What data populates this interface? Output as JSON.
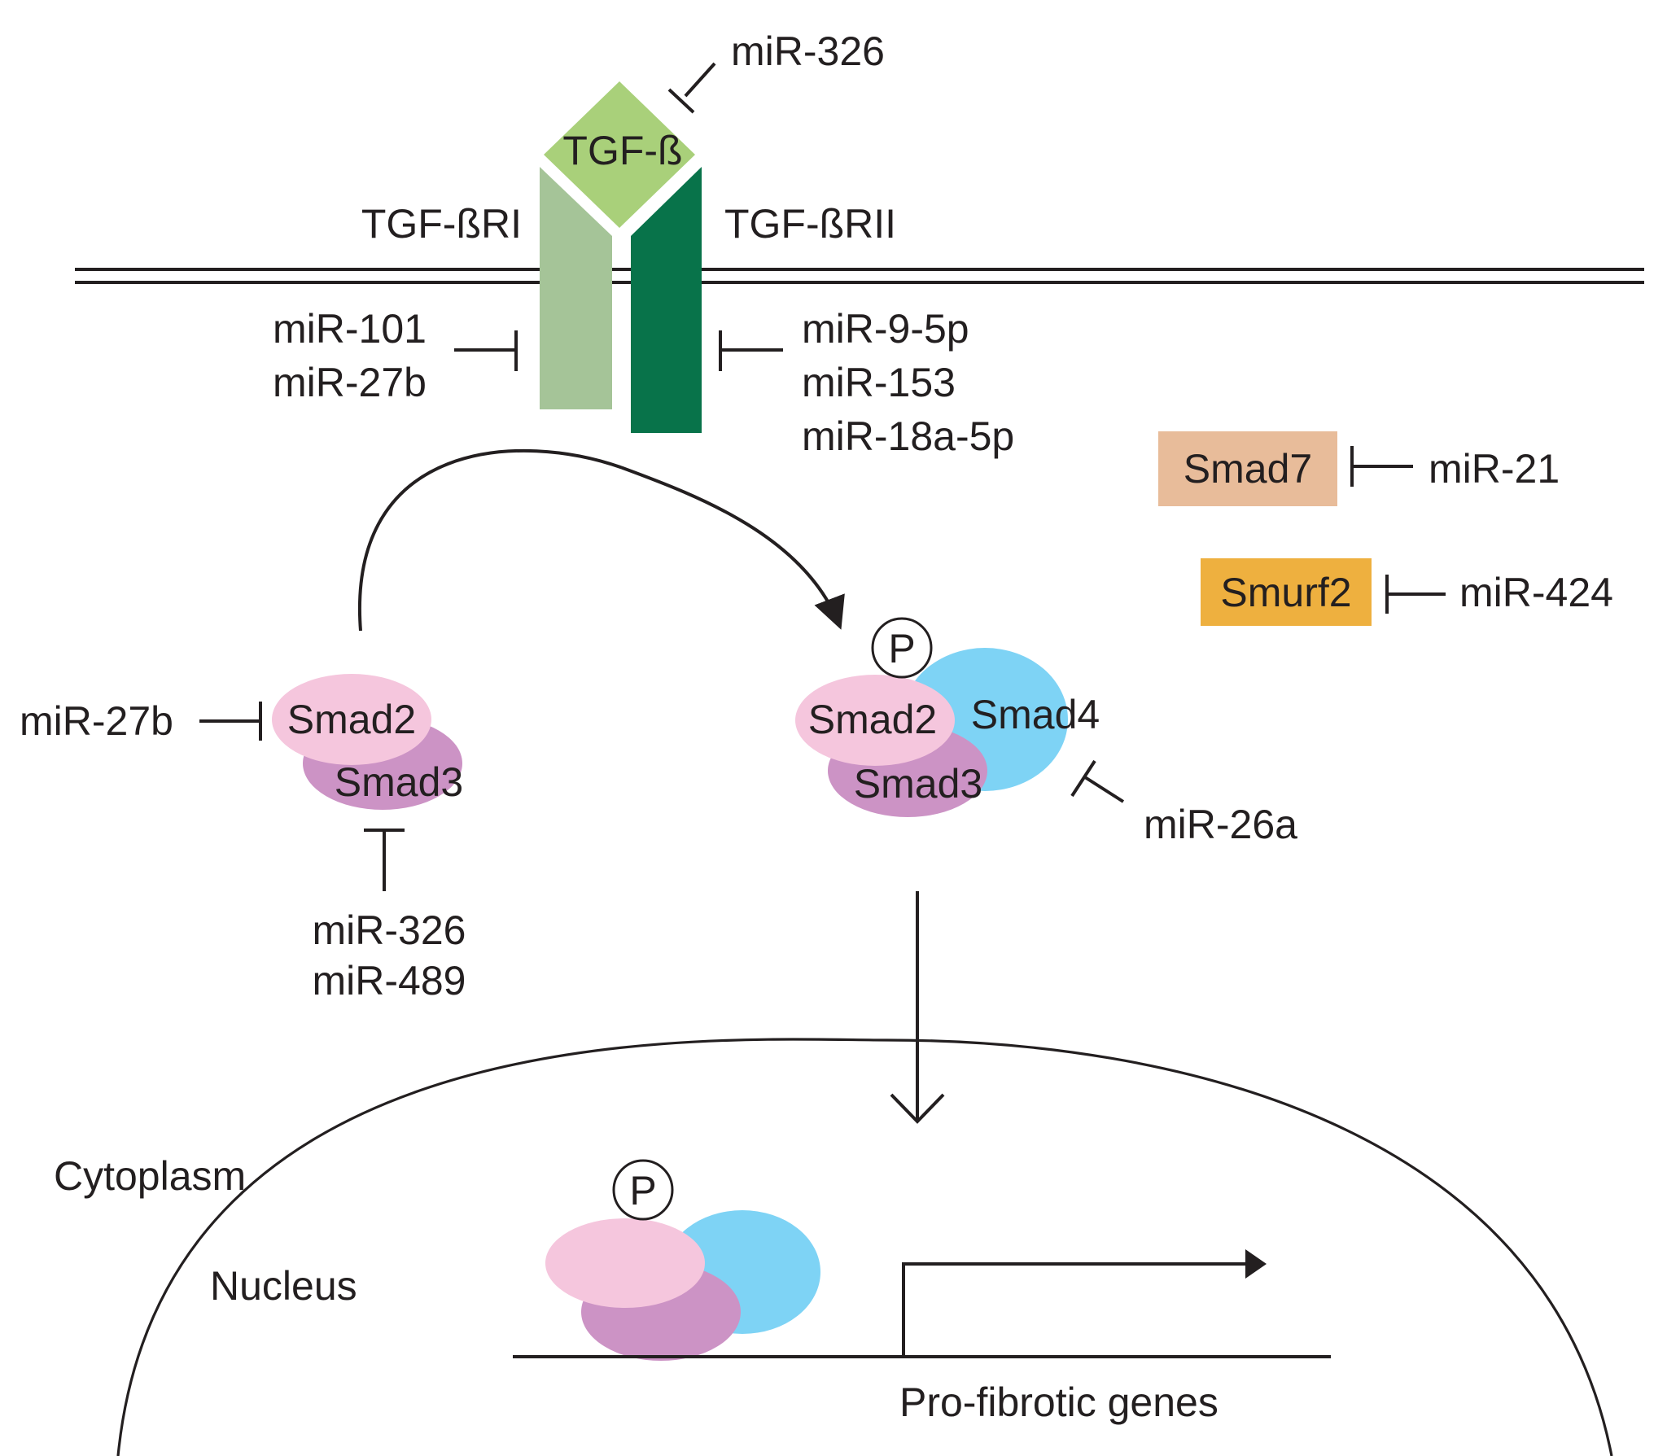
{
  "ligand": {
    "label": "TGF-ß",
    "color": "#a9d07a"
  },
  "receptors": {
    "r1_label": "TGF-ßRI",
    "r1_color": "#a5c498",
    "r2_label": "TGF-ßRII",
    "r2_color": "#08734a"
  },
  "mirnas": {
    "ligand_inhibitor": "miR-326",
    "r1_inhibitors": [
      "miR-101",
      "miR-27b"
    ],
    "r2_inhibitors": [
      "miR-9-5p",
      "miR-153",
      "miR-18a-5p"
    ],
    "smad2_inhibitor": "miR-27b",
    "smad3_inhibitors": [
      "miR-326",
      "miR-489"
    ],
    "smad4_inhibitor": "miR-26a",
    "smad7_inhibitor": "miR-21",
    "smurf2_inhibitor": "miR-424"
  },
  "smads": {
    "smad2": "Smad2",
    "smad3": "Smad3",
    "smad4": "Smad4",
    "smad2_color": "#f5c6dd",
    "smad3_color": "#cc93c5",
    "smad4_color": "#7ed3f5",
    "phospho": "P"
  },
  "regulators": {
    "smad7": "Smad7",
    "smad7_color": "#e8bc9a",
    "smurf2": "Smurf2",
    "smurf2_color": "#eeb03f"
  },
  "compartments": {
    "cytoplasm": "Cytoplasm",
    "nucleus": "Nucleus"
  },
  "genes": {
    "label": "Pro-fibrotic genes"
  }
}
